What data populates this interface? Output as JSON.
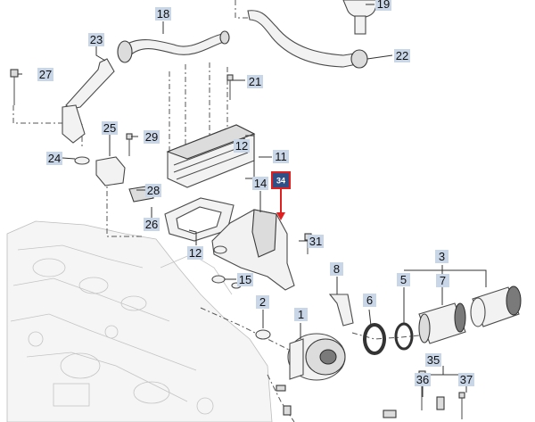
{
  "diagram": {
    "callouts": {
      "c1": "1",
      "c2": "2",
      "c3": "3",
      "c5": "5",
      "c6": "6",
      "c7": "7",
      "c8": "8",
      "c11": "11",
      "c12a": "12",
      "c12b": "12",
      "c14": "14",
      "c15": "15",
      "c18": "18",
      "c19": "19",
      "c21": "21",
      "c22": "22",
      "c23": "23",
      "c24": "24",
      "c25": "25",
      "c26": "26",
      "c27": "27",
      "c28": "28",
      "c29": "29",
      "c31": "31",
      "c35": "35",
      "c36": "36",
      "c37": "37"
    },
    "highlight": {
      "label": "34",
      "border_color": "#e02020",
      "fill_color": "#2f4f86"
    },
    "colors": {
      "callout_box": "#c9d6e8",
      "line": "#333333"
    }
  }
}
